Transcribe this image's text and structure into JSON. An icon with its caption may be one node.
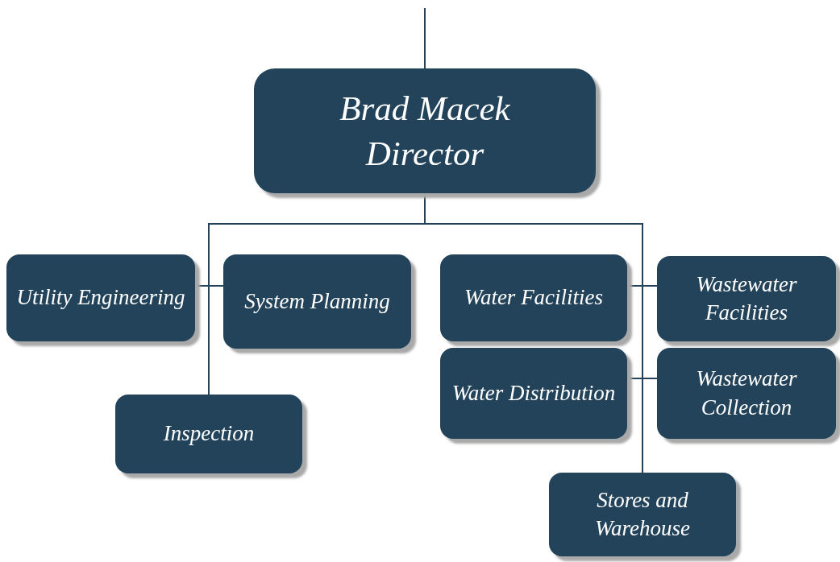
{
  "diagram": {
    "nodes": [
      {
        "text": [
          "Brad Macek",
          "Director"
        ]
      },
      {
        "text": [
          "Utility Engineering"
        ]
      },
      {
        "text": [
          "System Planning"
        ]
      },
      {
        "text": [
          "Inspection"
        ]
      },
      {
        "text": [
          "Water Facilities"
        ]
      },
      {
        "text": [
          "Wastewater Facilities"
        ]
      },
      {
        "text": [
          "Water Distribution"
        ]
      },
      {
        "text": [
          "Wastewater Collection"
        ]
      },
      {
        "text": [
          "Stores and Warehouse"
        ]
      }
    ],
    "edges": [
      {
        "from": null,
        "to": 0,
        "arrow": "none"
      },
      {
        "from": 0,
        "to": 1,
        "arrow": "none"
      },
      {
        "from": 0,
        "to": 2,
        "arrow": "none"
      },
      {
        "from": 0,
        "to": 3,
        "arrow": "none"
      },
      {
        "from": 0,
        "to": 4,
        "arrow": "none"
      },
      {
        "from": 0,
        "to": 5,
        "arrow": "none"
      },
      {
        "from": 0,
        "to": 6,
        "arrow": "none"
      },
      {
        "from": 0,
        "to": 7,
        "arrow": "none"
      },
      {
        "from": 0,
        "to": 8,
        "arrow": "none"
      }
    ]
  }
}
